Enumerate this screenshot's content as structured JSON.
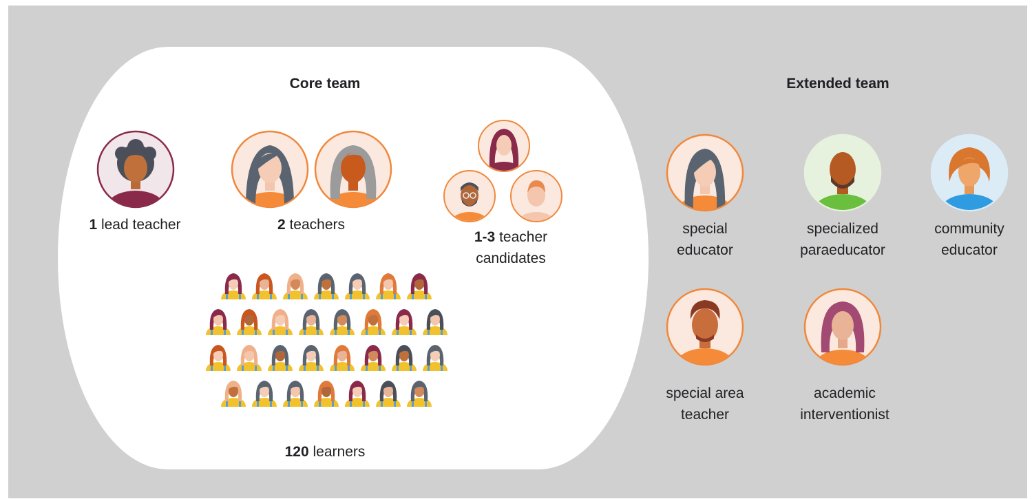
{
  "core_team": {
    "title": "Core team",
    "lead": {
      "count": "1",
      "label": " lead teacher"
    },
    "teachers": {
      "count": "2",
      "label": " teachers"
    },
    "candidates": {
      "count": "1-3",
      "label_line1": " teacher",
      "label_line2": "candidates"
    },
    "learners": {
      "count": "120",
      "label": " learners"
    }
  },
  "extended_team": {
    "title": "Extended team",
    "members": [
      {
        "line1": "special",
        "line2": "educator"
      },
      {
        "line1": "specialized",
        "line2": "paraeducator"
      },
      {
        "line1": "community",
        "line2": "educator"
      },
      {
        "line1": "special area",
        "line2": "teacher"
      },
      {
        "line1": "academic",
        "line2": "interventionist"
      }
    ]
  },
  "colors": {
    "background": "#d0d0d0",
    "core_area": "#ffffff",
    "ring_orange": "#f0883c",
    "ring_maroon": "#8a2a4a",
    "shirt_orange": "#f58b38",
    "learner_shirt": "#f2c12e"
  },
  "icons": [
    "lead-teacher-avatar-icon",
    "teacher-avatar-icon",
    "teacher-candidate-avatar-icon",
    "learner-avatar-icon",
    "special-educator-avatar-icon",
    "paraeducator-avatar-icon",
    "community-educator-avatar-icon",
    "special-area-teacher-avatar-icon",
    "interventionist-avatar-icon"
  ]
}
